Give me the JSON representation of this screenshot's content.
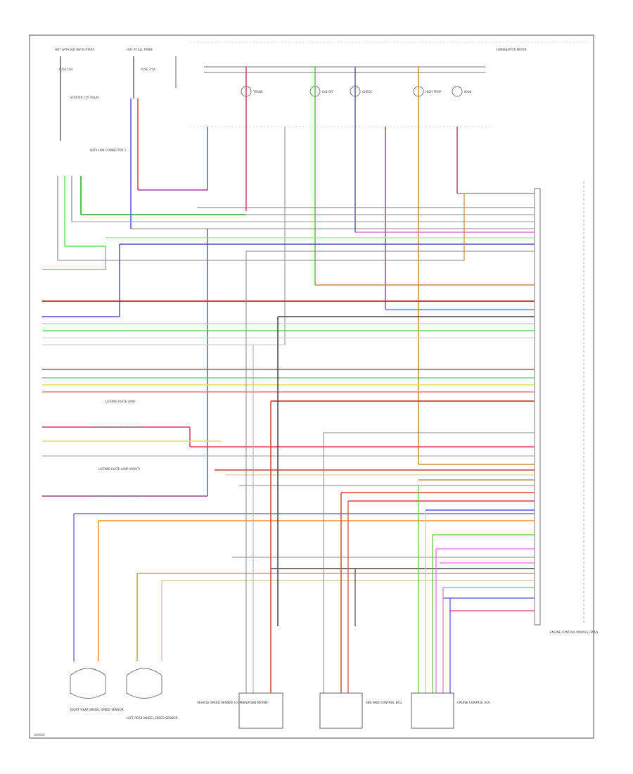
{
  "diagram": {
    "footer_code": "G00000",
    "top_labels": {
      "left_fuse_box": "HOT WITH IGN SW IN START",
      "left_fuse": "FUSE 10A",
      "right_fuse_box": "HOT AT ALL TIMES",
      "right_fuse": "FUSE 7.5A",
      "top_right": "COMBINATION METER",
      "starter_cutout": "STARTER CUT RELAY",
      "dlc": "DATA LINK CONNECTOR 1",
      "ecm": "ENGINE CONTROL MODULE (ECM)"
    },
    "meter_lamps": [
      "TRANS",
      "O/D OFF",
      "CHECK",
      "HIGH TEMP",
      "MAIN"
    ],
    "left_notes": [
      "LICENSE PLATE LAMP",
      "LICENSE PLATE LAMP (RIGHT)"
    ],
    "bottom_components": [
      "RIGHT REAR WHEEL SPEED SENSOR",
      "LEFT REAR WHEEL SPEED SENSOR",
      "VEHICLE SPEED SENSOR (COMBINATION METER)",
      "ABS SKID CONTROL ECU",
      "CRUISE CONTROL ECU"
    ]
  }
}
